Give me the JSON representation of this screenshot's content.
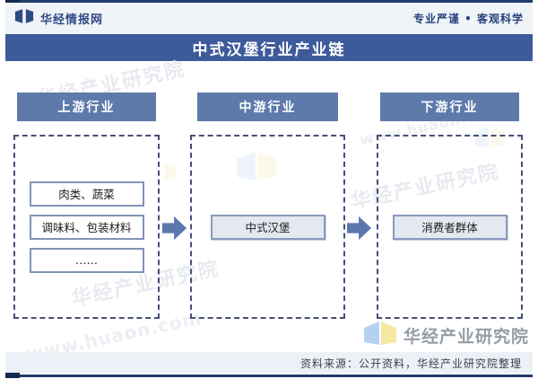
{
  "header": {
    "site_name": "华经情报网",
    "slogan": "专业严谨 • 客观科学"
  },
  "title": "中式汉堡行业产业链",
  "diagram": {
    "columns": [
      {
        "header": "上游行业",
        "items": [
          "肉类、蔬菜",
          "调味料、包装材料",
          "……"
        ]
      },
      {
        "header": "中游行业",
        "items": [
          "中式汉堡"
        ]
      },
      {
        "header": "下游行业",
        "items": [
          "消费者群体"
        ]
      }
    ]
  },
  "footer": {
    "brand": "华经产业研究院",
    "source": "资料来源：公开资料，华经产业研究院整理"
  },
  "watermarks": {
    "brand_text": "华经产业研究院",
    "url_text": "www.huaon.com"
  },
  "colors": {
    "accent_navy": "#1f3a6d",
    "title_bar_blue": "#3d5a9b",
    "column_header_blue": "#5d7aab",
    "arrow_blue": "#5a78ad",
    "dash_border": "#454f79",
    "book_blue": "#b5d1f2",
    "book_yellow": "#f6e7a3"
  }
}
